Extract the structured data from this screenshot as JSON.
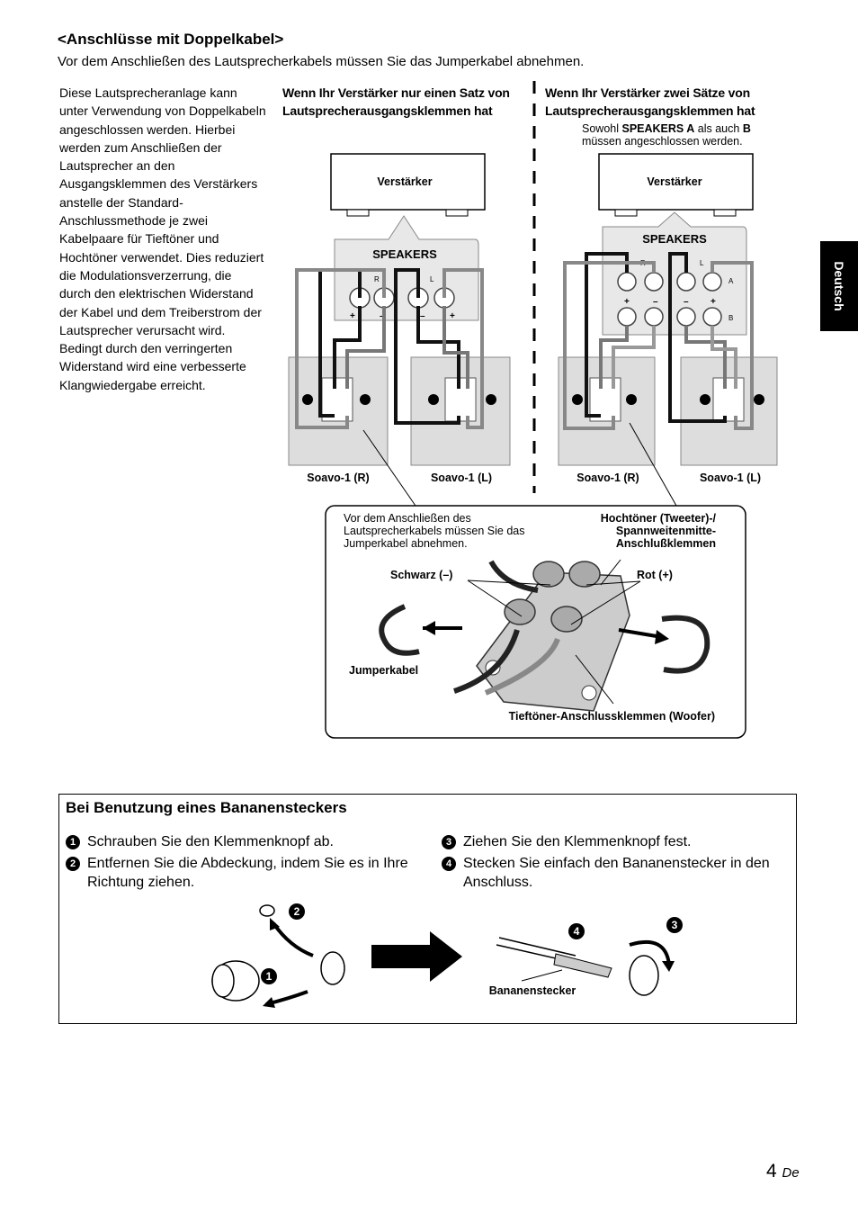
{
  "heading": "<Anschlüsse mit Doppelkabel>",
  "intro": "Vor dem Anschließen des Lautsprecherkabels müssen Sie das Jumperkabel abnehmen.",
  "left_paragraph": "Diese Lautsprecheranlage kann unter Verwendung von Doppelkabeln angeschlossen werden. Hierbei werden zum Anschließen der Lautsprecher an den Ausgangsklemmen des Verstärkers anstelle der Standard-Anschlussmethode je zwei Kabelpaare für Tieftöner und Hochtöner verwendet. Dies reduziert die Modulationsverzerrung, die durch den elektrischen Widerstand der Kabel und dem Treiberstrom der Lautsprecher verursacht wird. Bedingt durch den verringerten Widerstand wird eine verbesserte Klangwiedergabe erreicht.",
  "col1": {
    "heading_line1": "Wenn Ihr Verstärker nur einen Satz von",
    "heading_line2": "Lautsprecherausgangsklemmen hat"
  },
  "col2": {
    "heading_line1": "Wenn Ihr Verstärker zwei Sätze von",
    "heading_line2": "Lautsprecherausgangsklemmen hat",
    "note_pre": "Sowohl ",
    "note_a": "SPEAKERS A",
    "note_mid": " als auch ",
    "note_b": "B",
    "note_line2": "müssen angeschlossen werden."
  },
  "diagram": {
    "amp_label": "Verstärker",
    "speakers_label": "SPEAKERS",
    "r": "R",
    "l": "L",
    "a": "A",
    "b": "B",
    "plus": "+",
    "minus": "–",
    "speaker_r": "Soavo-1 (R)",
    "speaker_l": "Soavo-1 (L)"
  },
  "detail": {
    "note_line1": "Vor dem Anschließen des",
    "note_line2": "Lautsprecherkabels müssen Sie das",
    "note_line3": "Jumperkabel abnehmen.",
    "tweeter_line1": "Hochtöner (Tweeter)-/",
    "tweeter_line2": "Spannweitenmitte-",
    "tweeter_line3": "Anschlußklemmen",
    "black": "Schwarz (–)",
    "red": "Rot (+)",
    "jumper": "Jumperkabel",
    "woofer": "Tieftöner-Anschlussklemmen (Woofer)"
  },
  "banana": {
    "title": "Bei Benutzung eines Bananensteckers",
    "steps": [
      {
        "num": "1",
        "text": "Schrauben Sie den Klemmenknopf ab."
      },
      {
        "num": "2",
        "text": "Entfernen Sie die Abdeckung, indem Sie es in Ihre Richtung ziehen."
      },
      {
        "num": "3",
        "text": "Ziehen Sie den Klemmenknopf fest."
      },
      {
        "num": "4",
        "text": "Stecken Sie einfach den Bananenstecker in den Anschluss."
      }
    ],
    "plug_label": "Bananenstecker"
  },
  "side_tab": "Deutsch",
  "page": {
    "number": "4",
    "lang": "De"
  }
}
